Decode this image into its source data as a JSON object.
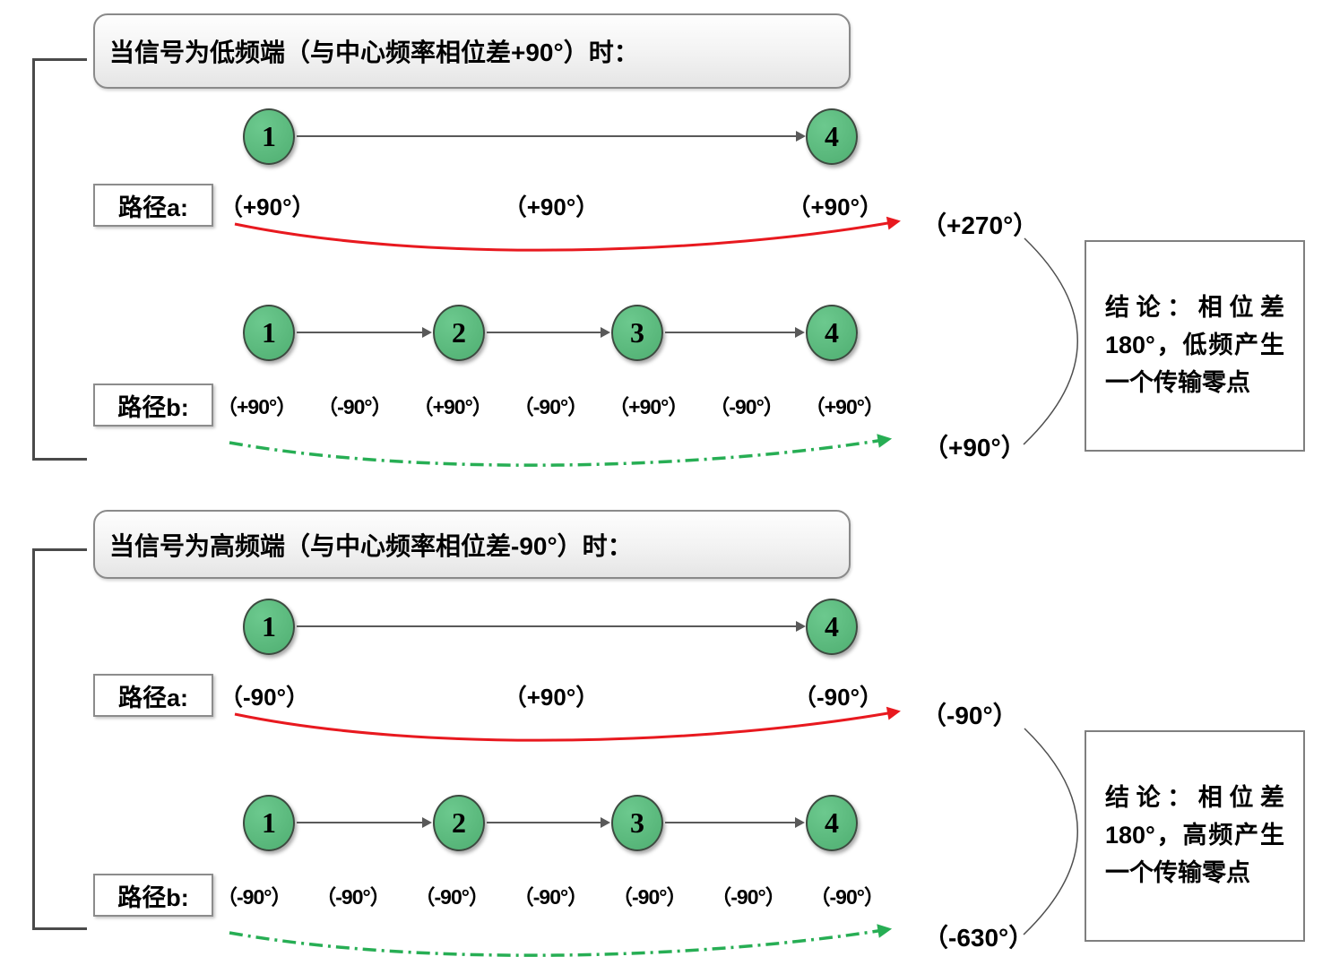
{
  "sections": [
    {
      "title": "当信号为低频端（与中心频率相位差+90°）时：",
      "path_a": {
        "label": "路径a:",
        "nodes": [
          "1",
          "4"
        ],
        "phases": [
          "（+90°）",
          "（+90°）",
          "（+90°）"
        ],
        "result": "（+270°）"
      },
      "path_b": {
        "label": "路径b:",
        "nodes": [
          "1",
          "2",
          "3",
          "4"
        ],
        "phases": [
          "（+90°）",
          "（-90°）",
          "（+90°）",
          "（-90°）",
          "（+90°）",
          "（-90°）",
          "（+90°）"
        ],
        "result": "（+90°）"
      },
      "conclusion": "结论：相位差180°，低频产生一个传输零点"
    },
    {
      "title": "当信号为高频端（与中心频率相位差-90°）时：",
      "path_a": {
        "label": "路径a:",
        "nodes": [
          "1",
          "4"
        ],
        "phases": [
          "（-90°）",
          "（+90°）",
          "（-90°）"
        ],
        "result": "（-90°）"
      },
      "path_b": {
        "label": "路径b:",
        "nodes": [
          "1",
          "2",
          "3",
          "4"
        ],
        "phases": [
          "（-90°）",
          "（-90°）",
          "（-90°）",
          "（-90°）",
          "（-90°）",
          "（-90°）",
          "（-90°）"
        ],
        "result": "（-630°）"
      },
      "conclusion": "结论：相位差180°，高频产生一个传输零点"
    }
  ],
  "colors": {
    "node_fill": "#54b87c",
    "node_border": "#3d4a40",
    "path_a_arrow_red": "#e8191f",
    "path_b_arrow_green": "#27ae54",
    "connector_gray": "#595959"
  }
}
